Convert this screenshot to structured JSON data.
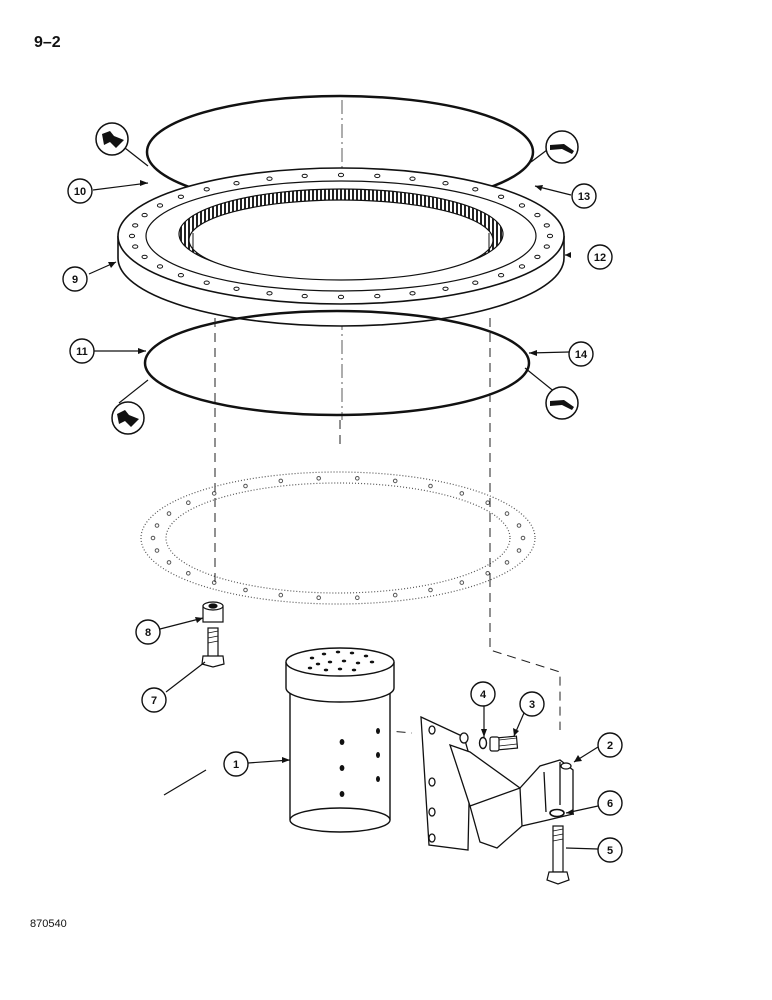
{
  "page_number": "9–2",
  "figure_ref": "870540",
  "callouts": [
    {
      "label": "1"
    },
    {
      "label": "2"
    },
    {
      "label": "3"
    },
    {
      "label": "4"
    },
    {
      "label": "5"
    },
    {
      "label": "6"
    },
    {
      "label": "7"
    },
    {
      "label": "8"
    },
    {
      "label": "9"
    },
    {
      "label": "10"
    },
    {
      "label": "11"
    },
    {
      "label": "12"
    },
    {
      "label": "13"
    },
    {
      "label": "14"
    }
  ],
  "icons": [
    "grease-gun-icon",
    "sealant-tube-icon",
    "grease-gun-icon",
    "sealant-tube-icon"
  ]
}
